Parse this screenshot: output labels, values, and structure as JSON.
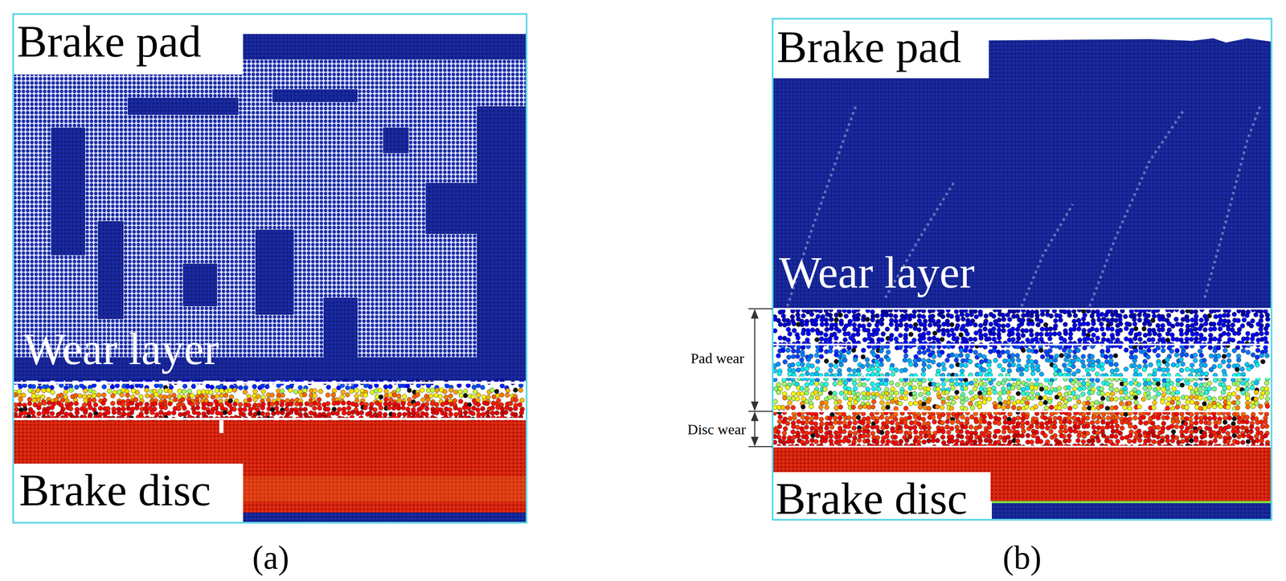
{
  "diagram": {
    "labels": [
      "Brake pad",
      "Wear layer",
      "Brake disc",
      "(a)",
      "Brake pad",
      "Wear layer",
      "Pad wear",
      "Disc wear",
      "Brake disc",
      "(b)"
    ]
  }
}
